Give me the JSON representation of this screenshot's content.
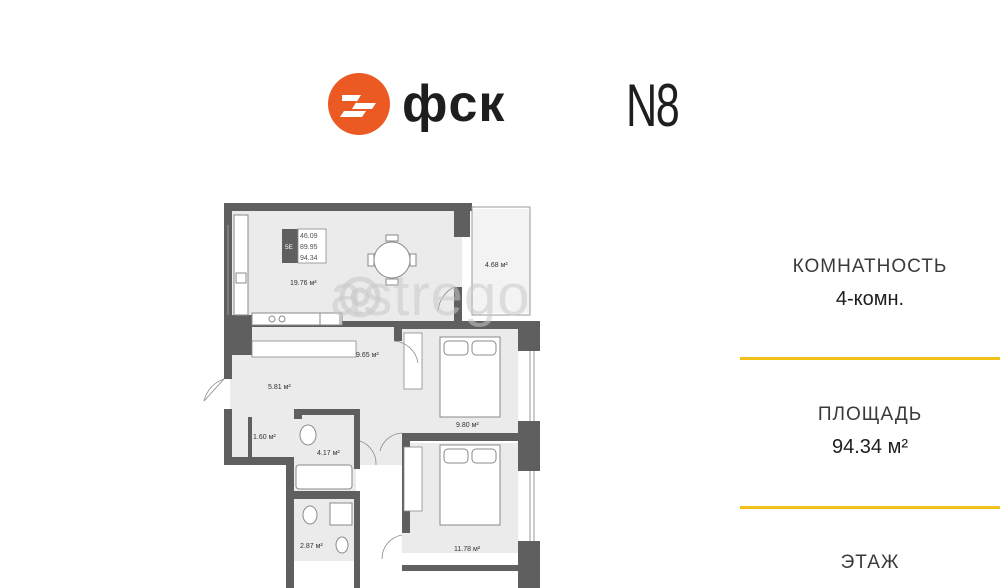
{
  "brand": {
    "logo_word": "фск",
    "project_mark": "N8",
    "accent_color": "#ec5a24"
  },
  "watermark": {
    "text": "astrego"
  },
  "summary_box": {
    "code": "5E",
    "values": [
      "46.09",
      "89.95",
      "94.34"
    ]
  },
  "rooms": {
    "kitchen_living": "19.76 м²",
    "balcony": "4.68 м²",
    "corridor": "9.65 м²",
    "hall": "5.81 м²",
    "wardrobe": "1.60 м²",
    "bathroom_1": "4.17 м²",
    "bedroom_1": "9.80 м²",
    "bedroom_2": "11.78 м²",
    "bathroom_2": "2.87 м²"
  },
  "specs": {
    "rooms_title": "КОМНАТНОСТЬ",
    "rooms_value": "4-комн.",
    "area_title": "ПЛОЩАДЬ",
    "area_value": "94.34 м²",
    "floor_title": "ЭТАЖ"
  },
  "colors": {
    "divider": "#f2c21a",
    "wall": "#5f5f5f",
    "room_fill": "#ebebeb"
  }
}
